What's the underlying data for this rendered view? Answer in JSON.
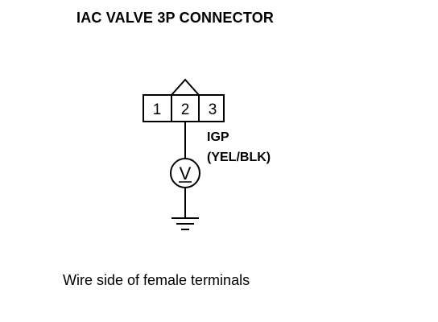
{
  "title": "IAC VALVE 3P CONNECTOR",
  "connector": {
    "terminals": [
      "1",
      "2",
      "3"
    ],
    "probed_terminal": "2"
  },
  "meter": {
    "symbol": "V"
  },
  "wire_label": {
    "line1": "IGP",
    "line2": "(YEL/BLK)"
  },
  "caption": "Wire side of female terminals"
}
